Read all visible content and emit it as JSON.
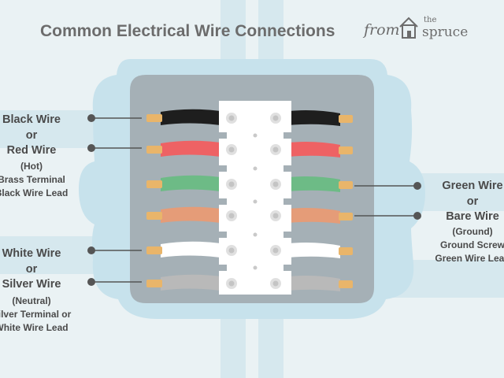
{
  "header": {
    "title": "Common Electrical Wire Connections",
    "brand_from": "from",
    "brand_the": "the",
    "brand_name": "spruce"
  },
  "labels": {
    "hot": {
      "line1": "Black Wire",
      "or1": "or",
      "line2": "Red Wire",
      "role": "(Hot)",
      "desc1": "Brass Terminal",
      "desc2": "Black Wire Lead"
    },
    "neutral": {
      "line1": "White Wire",
      "or1": "or",
      "line2": "Silver Wire",
      "role": "(Neutral)",
      "desc1": "Silver Terminal or",
      "desc2": "White Wire Lead"
    },
    "ground": {
      "line1": "Green Wire",
      "or1": "or",
      "line2": "Bare Wire",
      "role": "(Ground)",
      "desc1": "Ground Screw",
      "desc2": "Green Wire Lead"
    }
  },
  "wires": [
    {
      "name": "black",
      "color": "#1e1e1e"
    },
    {
      "name": "red",
      "color": "#ee6264"
    },
    {
      "name": "green",
      "color": "#6dbb86"
    },
    {
      "name": "orange",
      "color": "#e59c78"
    },
    {
      "name": "white",
      "color": "#ffffff"
    },
    {
      "name": "silver",
      "color": "#b9b9b9"
    }
  ],
  "colors": {
    "background": "#eaf2f4",
    "conduit": "#d6e8ee",
    "box": "#c7e2ec",
    "box_inner": "#a5b0b6",
    "terminal_block": "#ffffff",
    "copper": "#e9b56a",
    "pointer": "#555555"
  }
}
